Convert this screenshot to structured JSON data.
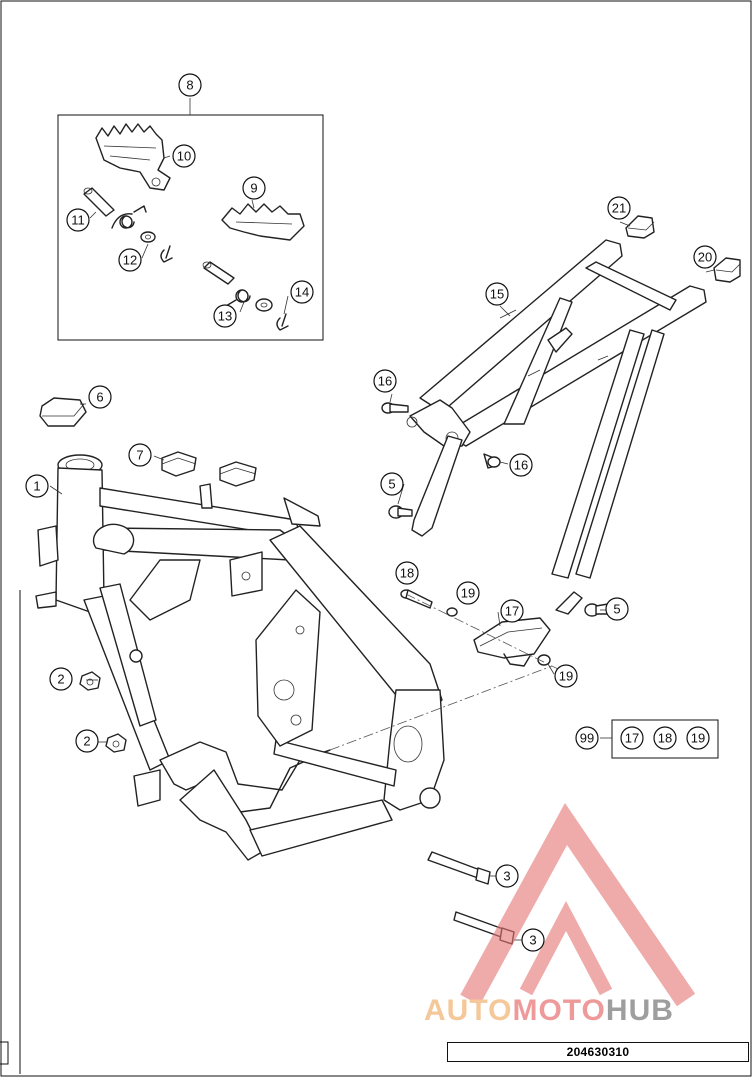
{
  "diagram": {
    "drawing_code": "204630310",
    "watermark": {
      "part1": "AUTO",
      "part2": "MOTO",
      "part3": "HUB"
    },
    "callouts": [
      {
        "id": "c1",
        "label": "1"
      },
      {
        "id": "c2a",
        "label": "2"
      },
      {
        "id": "c2b",
        "label": "2"
      },
      {
        "id": "c3a",
        "label": "3"
      },
      {
        "id": "c3b",
        "label": "3"
      },
      {
        "id": "c5a",
        "label": "5"
      },
      {
        "id": "c5b",
        "label": "5"
      },
      {
        "id": "c6",
        "label": "6"
      },
      {
        "id": "c7",
        "label": "7"
      },
      {
        "id": "c8",
        "label": "8"
      },
      {
        "id": "c9",
        "label": "9"
      },
      {
        "id": "c10",
        "label": "10"
      },
      {
        "id": "c11",
        "label": "11"
      },
      {
        "id": "c12",
        "label": "12"
      },
      {
        "id": "c13",
        "label": "13"
      },
      {
        "id": "c14",
        "label": "14"
      },
      {
        "id": "c15",
        "label": "15"
      },
      {
        "id": "c16a",
        "label": "16"
      },
      {
        "id": "c16b",
        "label": "16"
      },
      {
        "id": "c17",
        "label": "17"
      },
      {
        "id": "c18",
        "label": "18"
      },
      {
        "id": "c19a",
        "label": "19"
      },
      {
        "id": "c19b",
        "label": "19"
      },
      {
        "id": "c20",
        "label": "20"
      },
      {
        "id": "c21",
        "label": "21"
      },
      {
        "id": "c99",
        "label": "99"
      },
      {
        "id": "k17",
        "label": "17"
      },
      {
        "id": "k18",
        "label": "18"
      },
      {
        "id": "k19",
        "label": "19"
      }
    ]
  }
}
